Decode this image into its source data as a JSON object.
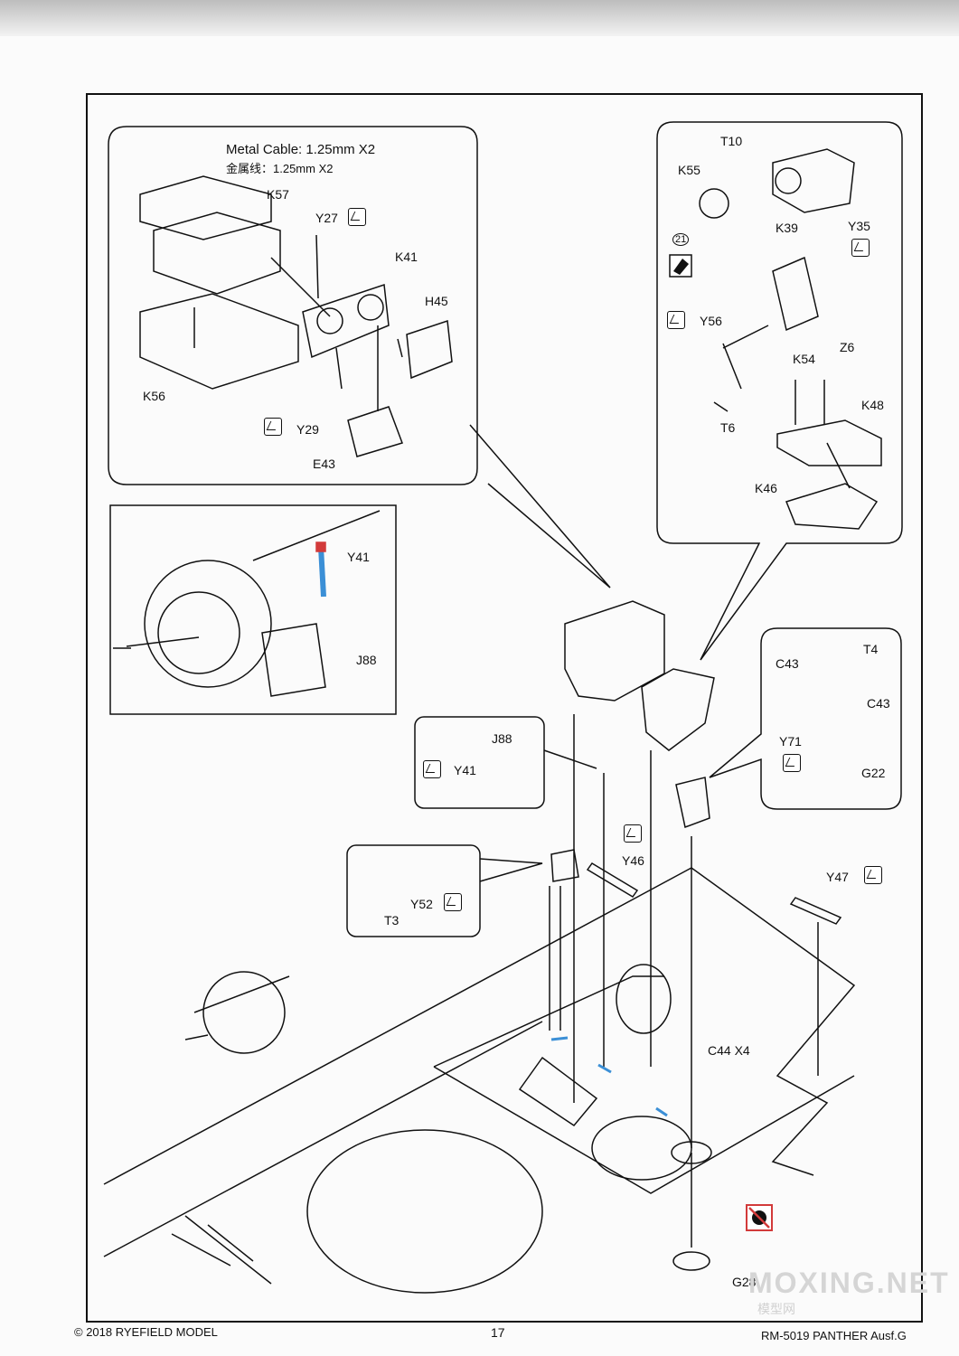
{
  "header": {
    "cable_label_en": "Metal Cable: 1.25mm X2",
    "cable_label_zh": "金属线：1.25mm X2"
  },
  "parts": {
    "K57": "K57",
    "Y27": "Y27",
    "K41": "K41",
    "H45": "H45",
    "K56": "K56",
    "Y29": "Y29",
    "E43": "E43",
    "T10": "T10",
    "K55": "K55",
    "K39": "K39",
    "Y35": "Y35",
    "num21": "21",
    "Y56": "Y56",
    "K54": "K54",
    "Z6": "Z6",
    "T6": "T6",
    "K48": "K48",
    "K46": "K46",
    "Y41_detail": "Y41",
    "J88_detail": "J88",
    "J88": "J88",
    "Y41": "Y41",
    "T4": "T4",
    "C43_left": "C43",
    "C43_right": "C43",
    "Y71": "Y71",
    "G22": "G22",
    "Y46": "Y46",
    "T3": "T3",
    "Y52": "Y52",
    "Y47": "Y47",
    "C44": "C44 X4",
    "G28": "G28"
  },
  "footer": {
    "copyright": "© 2018 RYEFIELD MODEL",
    "page_number": "17",
    "product": "RM-5019 PANTHER Ausf.G"
  },
  "watermark": {
    "main": "MOXING.NET",
    "sub": "模型网"
  },
  "colors": {
    "ink": "#111111",
    "highlight_blue": "#3b8fd6",
    "highlight_red": "#d23a3a"
  },
  "icons": [
    "check-icon",
    "paint-icon",
    "no-glue-icon"
  ]
}
